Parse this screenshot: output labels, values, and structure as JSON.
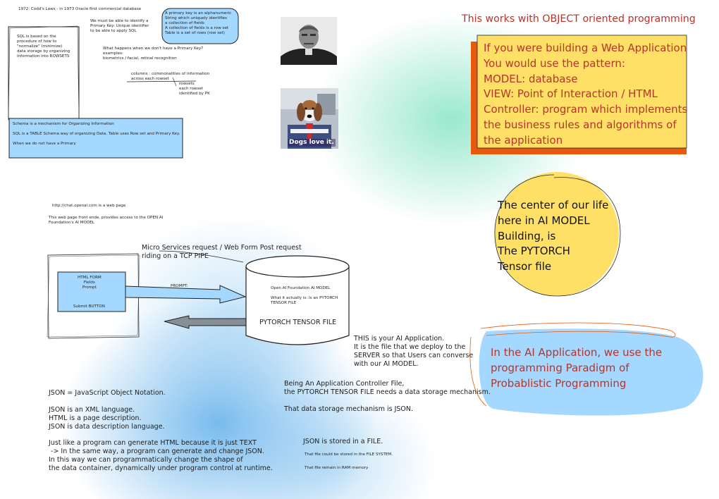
{
  "notes": {
    "codd": "1972: Codd's Laws - in 1973 Oracle first commercial database",
    "sql": "SQL is based on the\nprocedure of how to\n\"normalize\" (minimize)\ndata storage by organizing\ninformation into ROWSETS",
    "identify": "We must be able to identify a\nPrimary Key: Unique identifier\nto be able to apply SQL",
    "primary_key": "A primary key is an alphanumeric\nString which uniquely identifies\na collection of fields\nA collection of fields is a row set\nTable is a set of rows (row set)",
    "no_pk": "What happens when we don't have a Primary Key?\nexamples:\nbiometrics / facial, retinal recognition",
    "columns": "columns : commonalities of information\nacross each rowset",
    "rowsets": "rowsets\neach rowset\nidentified by PK",
    "schema": "Schema is a mechanism for Organizing Information\n\nSQL is a TABLE Schema way of organizing Data. Table uses Row set and Primary Key.\n\nWhen we do not have a Primary",
    "chat_url": "http://chat.openai.com is a web page",
    "frontend": "This web page front ende, provides access to the OPEN AI\nFoundation's AI MODEL",
    "micro_services": "Micro Services request / Web Form Post request\nriding on a TCP PIPE",
    "html_form": "HTML FORM\nFields\nPrompt",
    "submit": "Submit BUTTON",
    "prompt": "PROMPT:",
    "cylinder_text": "Open AI Foundation AI MODEL\n\nWhat it actually is: Is an PYTORCH\nTENSOR FILE",
    "cylinder_title": "PYTORCH TENSOR FILE",
    "ai_app": "THIS is your AI Application.\nIt is the file that we deploy to the\nSERVER so that Users can converse\nwith our AI MODEL.",
    "controller": "Being An Application Controller File,\nthe PYTORCH TENSOR FILE needs a data storage mechanism.\n\nThat data storage mechanism is JSON.",
    "json": "JSON = JavaScript Object Notation.\n\nJSON is an XML language.\nHTML is a page description.\nJSON is data description language.\n\nJust like a program can generate HTML because it is just TEXT\n -> In the same way, a program can generate and change JSON.\nIn this way we can programmatically change the shape of\nthe data container, dynamically under program control at runtime.",
    "json_file": "JSON is stored in a FILE.",
    "filesystem": "That file could be stored in the FILE SYSTEM.",
    "ram": "That file remain in RAM memory",
    "oop": "This works with OBJECT oriented programming",
    "mvc": "If you were building a Web Application\nYou would use the pattern:\nMODEL: database\nVIEW: Point of Interaction / HTML\nController: program which implements\nthe business rules and algorithms of\nthe application",
    "pytorch_center": "The center of our life\nhere in AI MODEL\nBuilding, is\nThe PYTORCH\nTensor file",
    "probabilistic": "In the AI Application, we use the\nprogramming Paradigm of\nProbablistic Programming",
    "photo_caption": "Dogs love it."
  },
  "icons": {
    "portrait": "man-portrait-icon",
    "dog": "dog-at-desk-icon"
  },
  "colors": {
    "note_blue": "#a5d8ff",
    "note_yellow": "#ffe066",
    "shadow_orange": "#e8590c",
    "ink_red": "#b5352a"
  }
}
